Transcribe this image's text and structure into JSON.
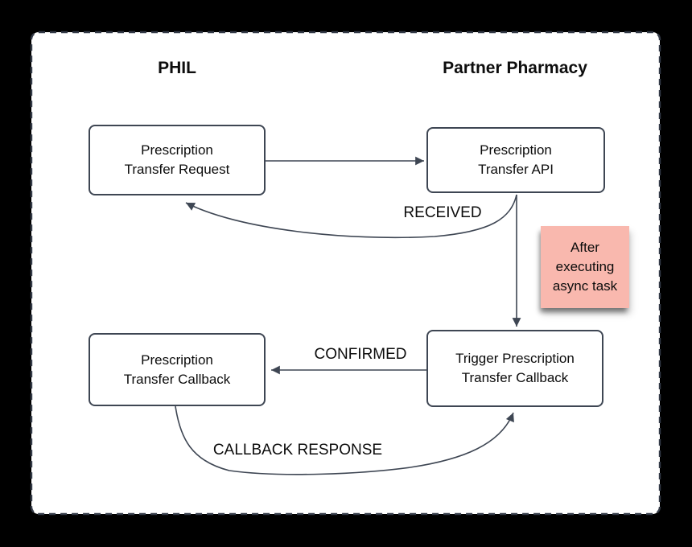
{
  "diagram": {
    "lanes": [
      {
        "label": "PHIL"
      },
      {
        "label": "Partner Pharmacy"
      }
    ],
    "nodes": [
      {
        "name": "prescription-transfer-request",
        "lines": [
          "Prescription",
          "Transfer Request"
        ]
      },
      {
        "name": "prescription-transfer-api",
        "lines": [
          "Prescription",
          "Transfer API"
        ]
      },
      {
        "name": "prescription-transfer-callback",
        "lines": [
          "Prescription",
          "Transfer Callback"
        ]
      },
      {
        "name": "trigger-prescription-transfer-callback",
        "lines": [
          "Trigger Prescription",
          "Transfer Callback"
        ]
      }
    ],
    "edges": [
      {
        "from": "prescription-transfer-request",
        "to": "prescription-transfer-api",
        "label": ""
      },
      {
        "from": "prescription-transfer-api",
        "to": "prescription-transfer-request",
        "label": "RECEIVED"
      },
      {
        "from": "prescription-transfer-api",
        "to": "trigger-prescription-transfer-callback",
        "label": ""
      },
      {
        "from": "trigger-prescription-transfer-callback",
        "to": "prescription-transfer-callback",
        "label": "CONFIRMED"
      },
      {
        "from": "prescription-transfer-callback",
        "to": "trigger-prescription-transfer-callback",
        "label": "CALLBACK RESPONSE"
      }
    ],
    "note": {
      "lines": [
        "After",
        "executing",
        "async task"
      ]
    },
    "colors": {
      "background": "#000000",
      "panel_fill": "#ffffff",
      "panel_border": "#343b48",
      "stroke": "#3e4653",
      "note_fill": "#f9b8ae",
      "text": "#0c0c0c"
    }
  }
}
